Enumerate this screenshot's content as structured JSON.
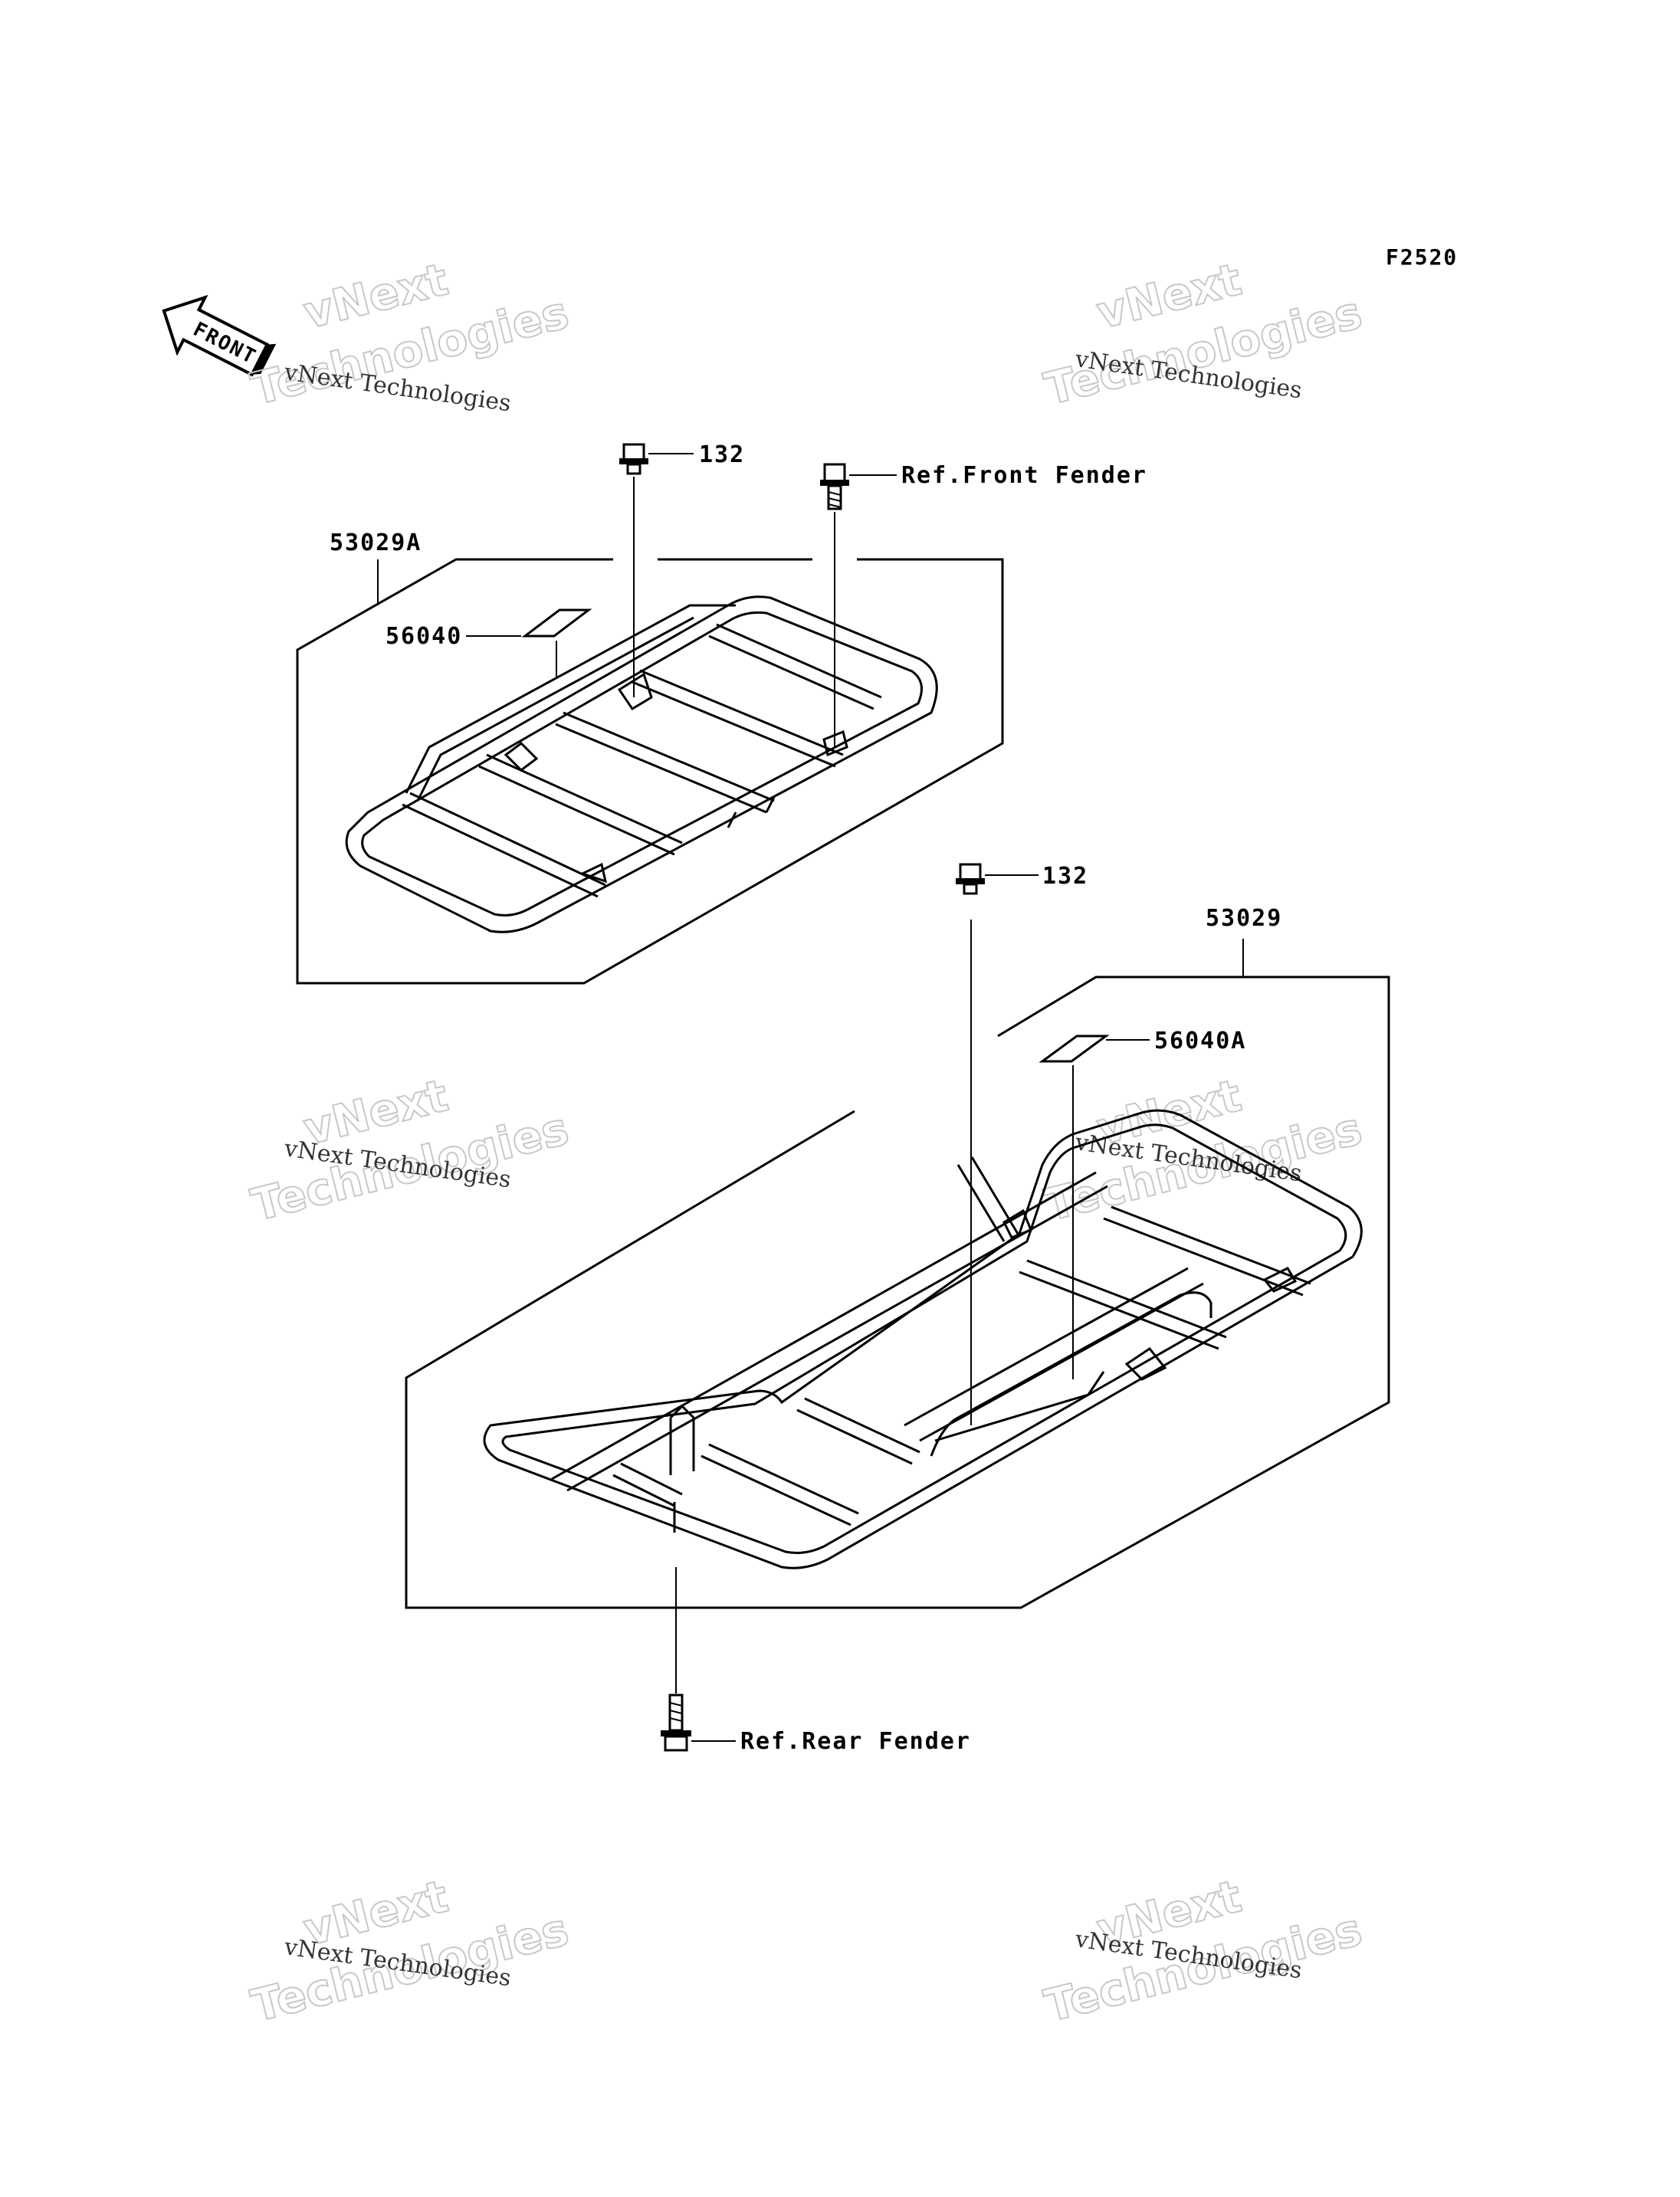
{
  "figure_id": "F2520",
  "front_arrow_label": "FRONT",
  "watermark": {
    "brand": "vNext",
    "company": "vNext Technologies",
    "word": "Technologies"
  },
  "callouts": {
    "upper_rack": "53029A",
    "upper_label": "56040",
    "upper_bolt": "132",
    "front_fender_ref": "Ref.Front Fender",
    "lower_rack": "53029",
    "lower_label": "56040A",
    "lower_bolt": "132",
    "rear_fender_ref": "Ref.Rear Fender"
  }
}
